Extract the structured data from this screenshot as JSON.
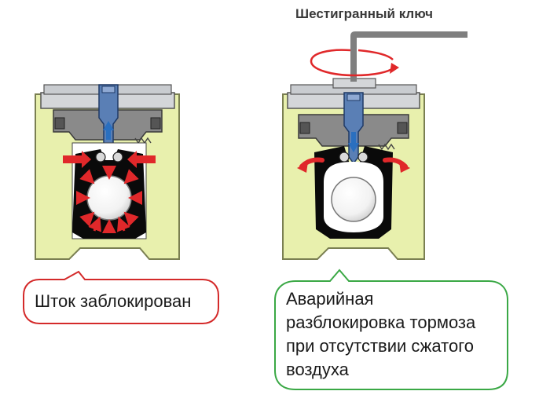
{
  "wrench_label": "Шестигранный ключ",
  "callout_left": {
    "text": "Шток заблокирован",
    "border_color": "#d42a2a"
  },
  "callout_right": {
    "lines": [
      "Аварийная",
      "разблокировка тормоза",
      "при отсутствии сжатого",
      "воздуха"
    ],
    "border_color": "#3aa845"
  },
  "colors": {
    "housing": "#e8f0ad",
    "housing_stroke": "#7a7f52",
    "plate": "#c9ccd0",
    "cylinder": "#8a8a8a",
    "piston": "#5a7fb5",
    "arrow_red": "#e0282a",
    "arrow_blue": "#2a6fbf",
    "jaws": "#0a0a0a",
    "rod": "#ffffff",
    "wrench": "#7f7f7f"
  },
  "icons": [
    "wrench-icon",
    "rotation-arrow-icon",
    "piston-arrow-icon",
    "force-arrow-icon",
    "release-arrow-icon"
  ]
}
